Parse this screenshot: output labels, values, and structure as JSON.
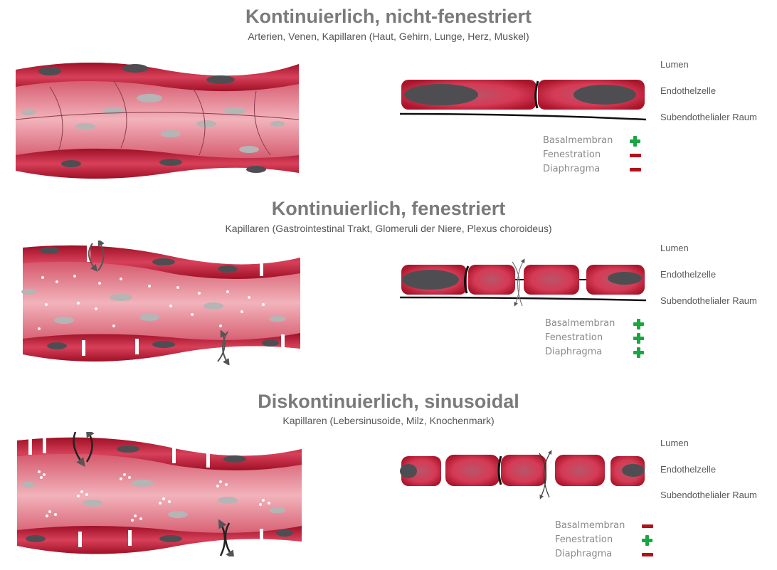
{
  "colors": {
    "cell_dark": "#a8142a",
    "cell_mid": "#d63a55",
    "lumen": "#e9939f",
    "nucleus": "#4e4e52",
    "plus": "#1aa640",
    "minus": "#b0121e",
    "title": "#7a7a7a"
  },
  "sections": [
    {
      "title": "Kontinuierlich, nicht-fenestriert",
      "subtitle": "Arterien, Venen, Kapillaren (Haut, Gehirn, Lunge, Herz, Muskel)",
      "labels": [
        "Lumen",
        "Endothelzelle",
        "Subendothelialer Raum"
      ],
      "legend": [
        {
          "name": "Basalmembran",
          "sign": "plus"
        },
        {
          "name": "Fenestration",
          "sign": "minus"
        },
        {
          "name": "Diaphragma",
          "sign": "minus"
        }
      ]
    },
    {
      "title": "Kontinuierlich, fenestriert",
      "subtitle": "Kapillaren (Gastrointestinal Trakt, Glomeruli der Niere, Plexus choroideus)",
      "labels": [
        "Lumen",
        "Endothelzelle",
        "Subendothelialer Raum"
      ],
      "legend": [
        {
          "name": "Basalmembran",
          "sign": "plus"
        },
        {
          "name": "Fenestration",
          "sign": "plus"
        },
        {
          "name": "Diaphragma",
          "sign": "plus"
        }
      ]
    },
    {
      "title": "Diskontinuierlich, sinusoidal",
      "subtitle": "Kapillaren (Lebersinusoide, Milz, Knochenmark)",
      "labels": [
        "Lumen",
        "Endothelzelle",
        "Subendothelialer Raum"
      ],
      "legend": [
        {
          "name": "Basalmembran",
          "sign": "minus"
        },
        {
          "name": "Fenestration",
          "sign": "plus"
        },
        {
          "name": "Diaphragma",
          "sign": "minus"
        }
      ]
    }
  ]
}
